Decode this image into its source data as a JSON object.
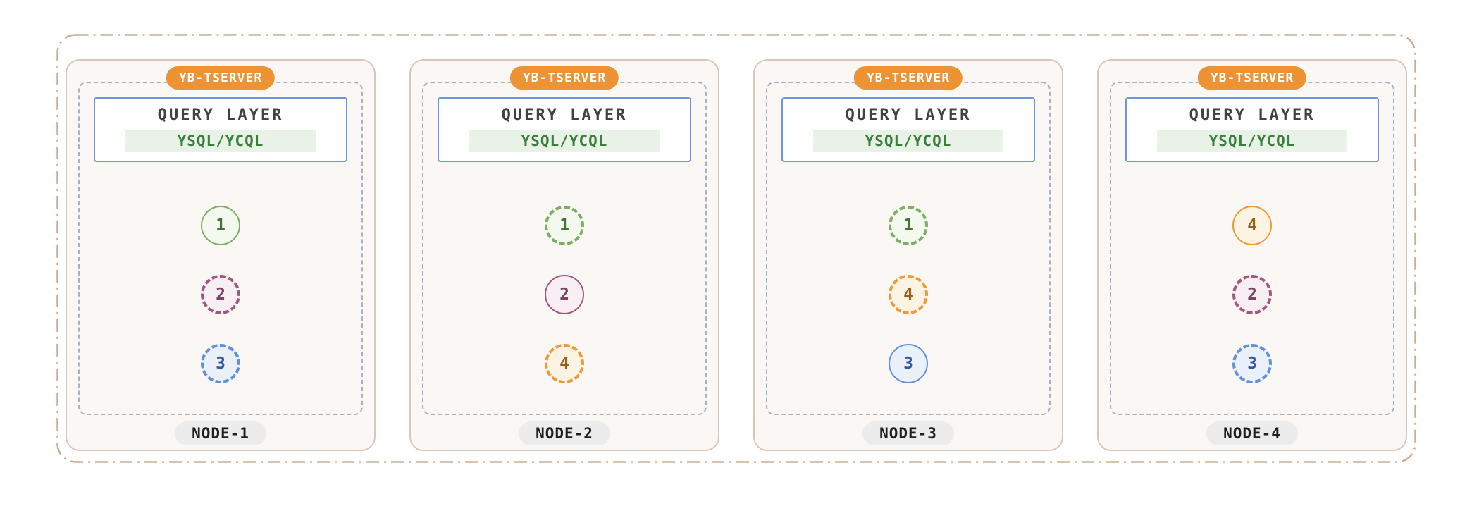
{
  "diagram": {
    "kind": "database-cluster-architecture",
    "nodes": [
      {
        "name": "NODE-1",
        "server_badge": "YB-TSERVER",
        "query_layer": {
          "title": "QUERY LAYER",
          "api": "YSQL/YCQL"
        },
        "tablets": [
          {
            "label": "1",
            "color": "green",
            "ring": "solid"
          },
          {
            "label": "2",
            "color": "purple",
            "ring": "dotted"
          },
          {
            "label": "3",
            "color": "blue",
            "ring": "dotted"
          }
        ]
      },
      {
        "name": "NODE-2",
        "server_badge": "YB-TSERVER",
        "query_layer": {
          "title": "QUERY LAYER",
          "api": "YSQL/YCQL"
        },
        "tablets": [
          {
            "label": "1",
            "color": "green",
            "ring": "dotted"
          },
          {
            "label": "2",
            "color": "purple",
            "ring": "solid"
          },
          {
            "label": "4",
            "color": "orange",
            "ring": "dotted"
          }
        ]
      },
      {
        "name": "NODE-3",
        "server_badge": "YB-TSERVER",
        "query_layer": {
          "title": "QUERY LAYER",
          "api": "YSQL/YCQL"
        },
        "tablets": [
          {
            "label": "1",
            "color": "green",
            "ring": "dotted"
          },
          {
            "label": "4",
            "color": "orange",
            "ring": "dotted"
          },
          {
            "label": "3",
            "color": "blue",
            "ring": "solid"
          }
        ]
      },
      {
        "name": "NODE-4",
        "server_badge": "YB-TSERVER",
        "query_layer": {
          "title": "QUERY LAYER",
          "api": "YSQL/YCQL"
        },
        "tablets": [
          {
            "label": "4",
            "color": "orange",
            "ring": "solid"
          },
          {
            "label": "2",
            "color": "purple",
            "ring": "dotted"
          },
          {
            "label": "3",
            "color": "blue",
            "ring": "dotted"
          }
        ]
      }
    ],
    "colors": {
      "outer_border": "#CDAD92",
      "card_border": "#D9C8BA",
      "card_bg": "#FAF7F4",
      "inner_dash": "#A5B2C4",
      "badge_bg": "#ED9334",
      "badge_text": "#FFFFFF",
      "query_border": "#6B96D8",
      "query_title": "#414141",
      "api_text": "#38803C",
      "api_bg": "#E8F2E6",
      "pill_bg": "#ECECEC",
      "pill_text": "#1E1E1E",
      "tablets": {
        "green": {
          "border": "#7CAE63",
          "bg": "#F3F9EF",
          "text": "#47713B"
        },
        "purple": {
          "border": "#A4567E",
          "bg": "#F8EFF4",
          "text": "#7B4565"
        },
        "blue": {
          "border": "#6191DA",
          "bg": "#EAF1FB",
          "text": "#315A9E"
        },
        "orange": {
          "border": "#EC9A3C",
          "bg": "#FDF3E3",
          "text": "#99601C"
        }
      }
    }
  }
}
